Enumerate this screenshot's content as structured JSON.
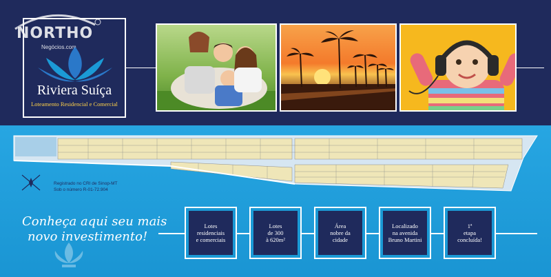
{
  "watermark": {
    "title": "NORTHO",
    "subtitle": "Negócios.com"
  },
  "logo": {
    "name": "Riviera Suíça",
    "tagline": "Loteamento Residencial e Comercial",
    "lotus_colors": [
      "#1b9ad6",
      "#2a78c9"
    ]
  },
  "photos": [
    {
      "name": "family-photo"
    },
    {
      "name": "sunset-palms-photo"
    },
    {
      "name": "baby-headphones-photo"
    }
  ],
  "map": {
    "registry_lines": [
      "Registrado no CRI de Sinop-MT",
      "Sob o número R-01-72.904"
    ],
    "compass": "compass-icon"
  },
  "slogan": {
    "line1": "Conheça aqui seu mais",
    "line2": "novo investimento!"
  },
  "features": [
    {
      "text": "Lotes\nresidenciais\ne comerciais"
    },
    {
      "text": "Lotes\nde 300\nà 620m²"
    },
    {
      "text": "Área\nnobre da\ncidade"
    },
    {
      "text": "Localizado\nna avenida\nBruno Martini"
    },
    {
      "text": "1ª\netapa\nconcluída!"
    }
  ],
  "colors": {
    "navy": "#1f2a5c",
    "sky": "#1b9ad6",
    "gold": "#ffd24a"
  }
}
